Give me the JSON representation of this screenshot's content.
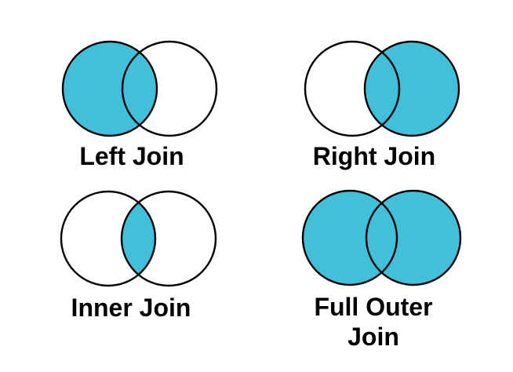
{
  "colors": {
    "shade_fill": "#41C0D9",
    "circle_outline": "#000000",
    "label_text": "#000000",
    "background": "#FFFFFF"
  },
  "figure": {
    "type": "venn-diagram-grid",
    "rows": 2,
    "columns": 2,
    "circle_fill_unshaded": "white"
  },
  "diagrams": [
    {
      "label": "Left Join",
      "label_lines": [
        "Left Join"
      ],
      "shaded_region": "entire left circle including intersection"
    },
    {
      "label": "Right Join",
      "label_lines": [
        "Right Join"
      ],
      "shaded_region": "entire right circle including intersection"
    },
    {
      "label": "Inner Join",
      "label_lines": [
        "Inner Join"
      ],
      "shaded_region": "intersection only"
    },
    {
      "label": "Full Outer Join",
      "label_lines": [
        "Full Outer",
        "Join"
      ],
      "shaded_region": "both circles entirely including intersection"
    }
  ]
}
